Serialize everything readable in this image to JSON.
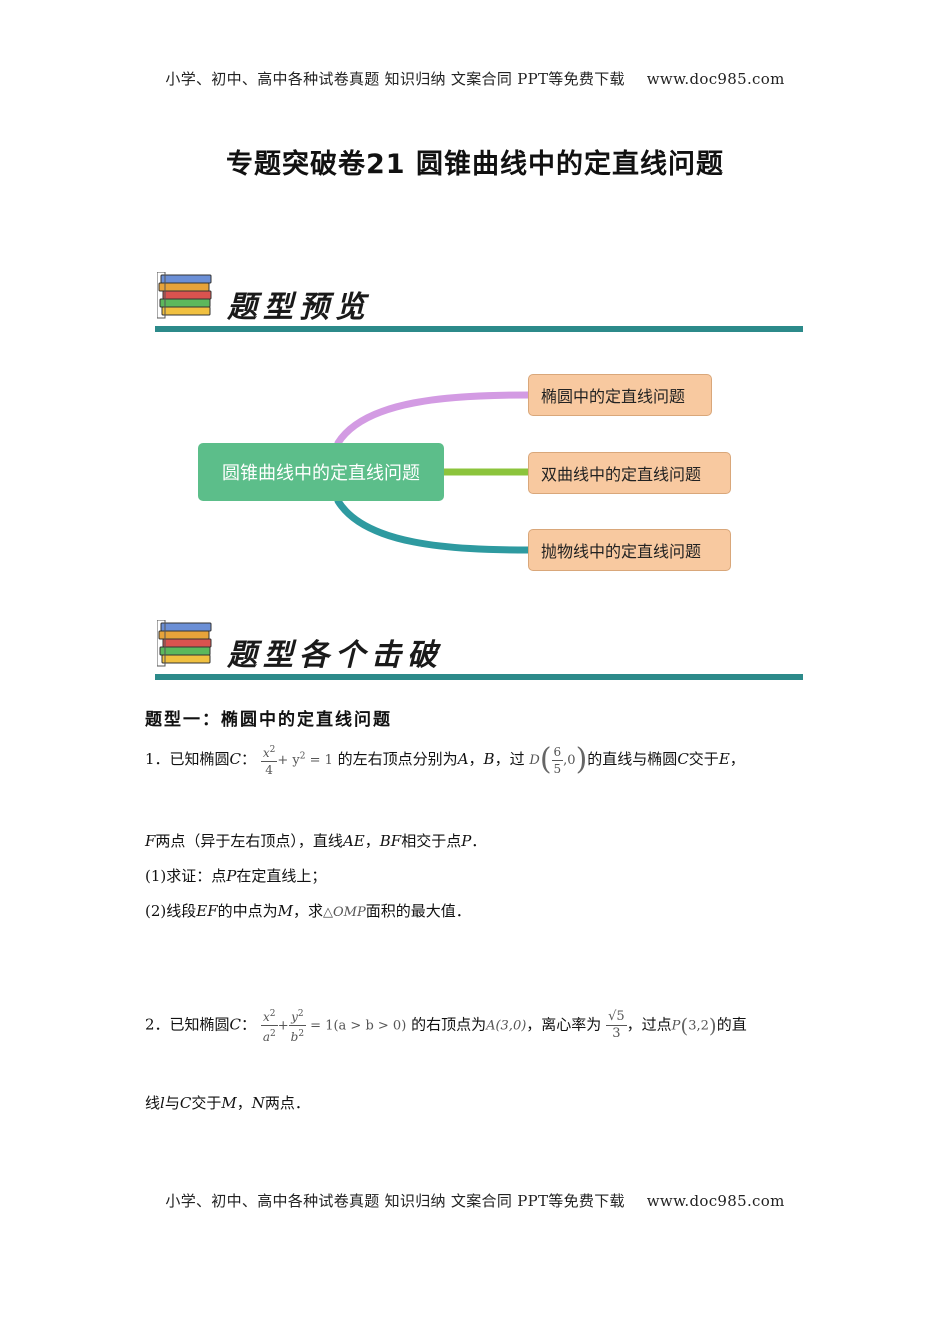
{
  "header": {
    "text": "小学、初中、高中各种试卷真题  知识归纳  文案合同  PPT等免费下载",
    "site": "www.doc985.com"
  },
  "title": "专题突破卷21  圆锥曲线中的定直线问题",
  "banner1": {
    "text": "题型预览",
    "icon": "books-icon"
  },
  "mindmap": {
    "root": "圆锥曲线中的定直线问题",
    "leaves": [
      "椭圆中的定直线问题",
      "双曲线中的定直线问题",
      "抛物线中的定直线问题"
    ],
    "colors": {
      "root": "#5cbe8a",
      "branch1": "#d39be3",
      "branch2": "#8cc43c",
      "branch3": "#2e9aa0",
      "leaf": "#f8c9a0"
    }
  },
  "banner2": {
    "text": "题型各个击破",
    "icon": "books-icon"
  },
  "section1": {
    "heading": "题型一：椭圆中的定直线问题"
  },
  "problem1": {
    "p1a": "1．已知椭圆",
    "C": "C",
    "colon": "：",
    "eq_num": "x",
    "eq_den": "4",
    "eq_rest": "+ y",
    "eq_tail": " = 1",
    "p1b": "的左右顶点分别为",
    "A": "A",
    "comma": "，",
    "B": "B",
    "p1c": "，过",
    "D": "D",
    "D_num": "6",
    "D_den": "5",
    "D_rest": ",0",
    "p1d": "的直线与椭圆",
    "p1e": "交于",
    "E": "E",
    "line2_F": "F",
    "line2a": "两点（异于左右顶点），直线",
    "AE": "AE",
    "BF": "BF",
    "line2b": "相交于点",
    "P": "P",
    "period": "．",
    "q1a": "(1)求证：点",
    "q1b": "在定直线上；",
    "q2a": "(2)线段",
    "EF": "EF",
    "q2b": "的中点为",
    "M": "M",
    "q2c": "，求",
    "tri": "△OMP",
    "q2d": "面积的最大值．"
  },
  "problem2": {
    "p2a": "2．已知椭圆",
    "C": "C",
    "colon": "：",
    "x": "x",
    "a": "a",
    "y": "y",
    "b": "b",
    "cond": " = 1(a > b > 0)",
    "p2b": "的右顶点为",
    "A_pt": "A(3,0)",
    "p2c": "，离心率为",
    "e_num": "√5",
    "e_den": "3",
    "p2d": "，过点",
    "P_pt": "P",
    "P_coords": "3,2",
    "p2e": "的直",
    "line2a": "线",
    "l": "l",
    "line2b": "与",
    "line2c": "交于",
    "M": "M",
    "comma": "，",
    "N": "N",
    "line2d": "两点．"
  },
  "footer": {
    "text": "小学、初中、高中各种试卷真题  知识归纳  文案合同  PPT等免费下载",
    "site": "www.doc985.com"
  }
}
